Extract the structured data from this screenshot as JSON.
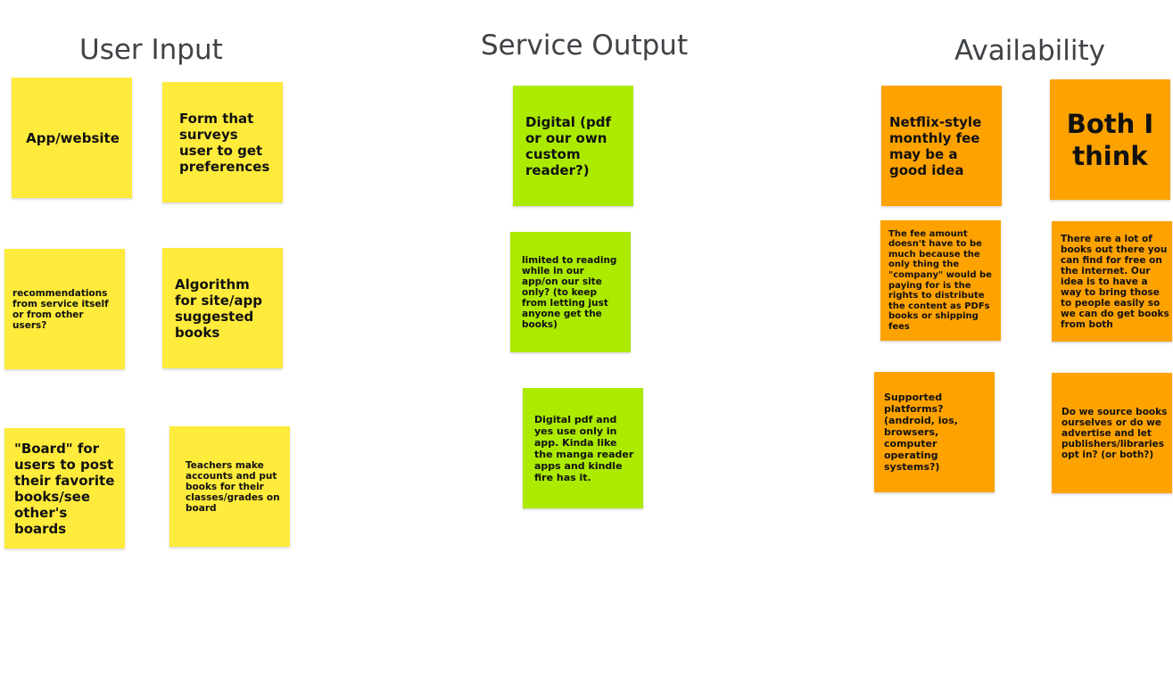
{
  "columns": {
    "user_input": {
      "title": "User Input",
      "notes": [
        "App/website",
        "Form that surveys user to get preferences",
        "recommendations from service itself or from other users?",
        "Algorithm for site/app suggested books",
        "\"Board\" for users to post their favorite books/see other's boards",
        "Teachers make accounts and put books for their classes/grades on board"
      ]
    },
    "service_output": {
      "title": "Service Output",
      "notes": [
        "Digital (pdf or our own custom reader?)",
        "limited to reading while in our app/on our site only? (to keep from letting just anyone get the books)",
        "Digital pdf and yes use only in app. Kinda like the manga reader apps and kindle fire has it."
      ]
    },
    "availability": {
      "title": "Availability",
      "notes": [
        "Netflix-style monthly fee may be a good idea",
        "Both I think",
        "The fee amount doesn't have to be much because the only thing the \"company\" would be paying for is the rights to distribute the content as PDFs books or shipping fees",
        "There are a lot of books out there you can find for free on the internet. Our idea is to have a way to bring those to people easily so we can do get books from both",
        "Supported platforms? (android, ios, browsers, computer operating systems?)",
        "Do we source books ourselves or do we advertise and let publishers/libraries opt in? (or both?)"
      ]
    }
  },
  "colors": {
    "yellow": "#ffeb3b",
    "green": "#acea00",
    "orange": "#fea200",
    "heading": "#3f4246"
  }
}
